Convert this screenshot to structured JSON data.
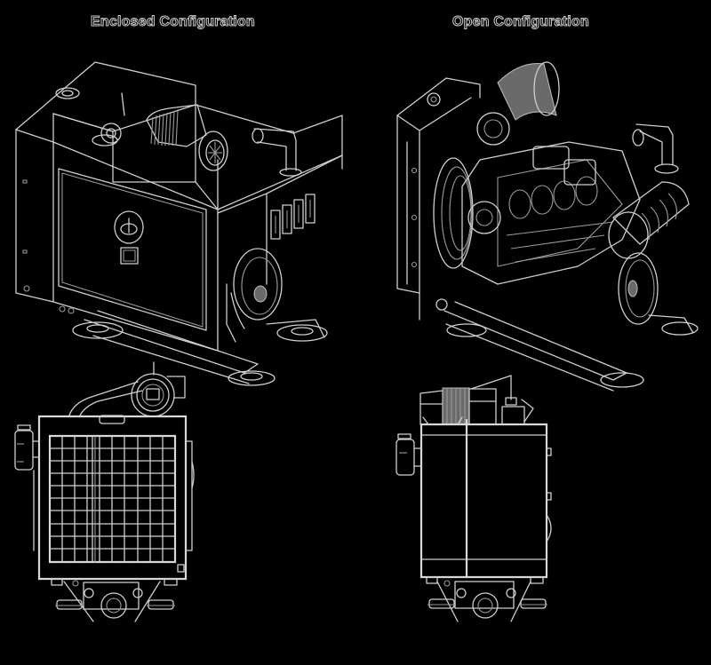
{
  "titles": {
    "left": "Enclosed Configuration",
    "right": "Open Configuration"
  },
  "views": [
    {
      "id": "enclosed-isometric",
      "label": "Enclosed Configuration isometric view"
    },
    {
      "id": "enclosed-front",
      "label": "Enclosed Configuration front view"
    },
    {
      "id": "open-isometric",
      "label": "Open Configuration isometric view"
    },
    {
      "id": "open-front",
      "label": "Open Configuration front view"
    }
  ],
  "colors": {
    "background": "#000000",
    "line": "#cfcfcf",
    "shade": "#6a6a6a"
  }
}
